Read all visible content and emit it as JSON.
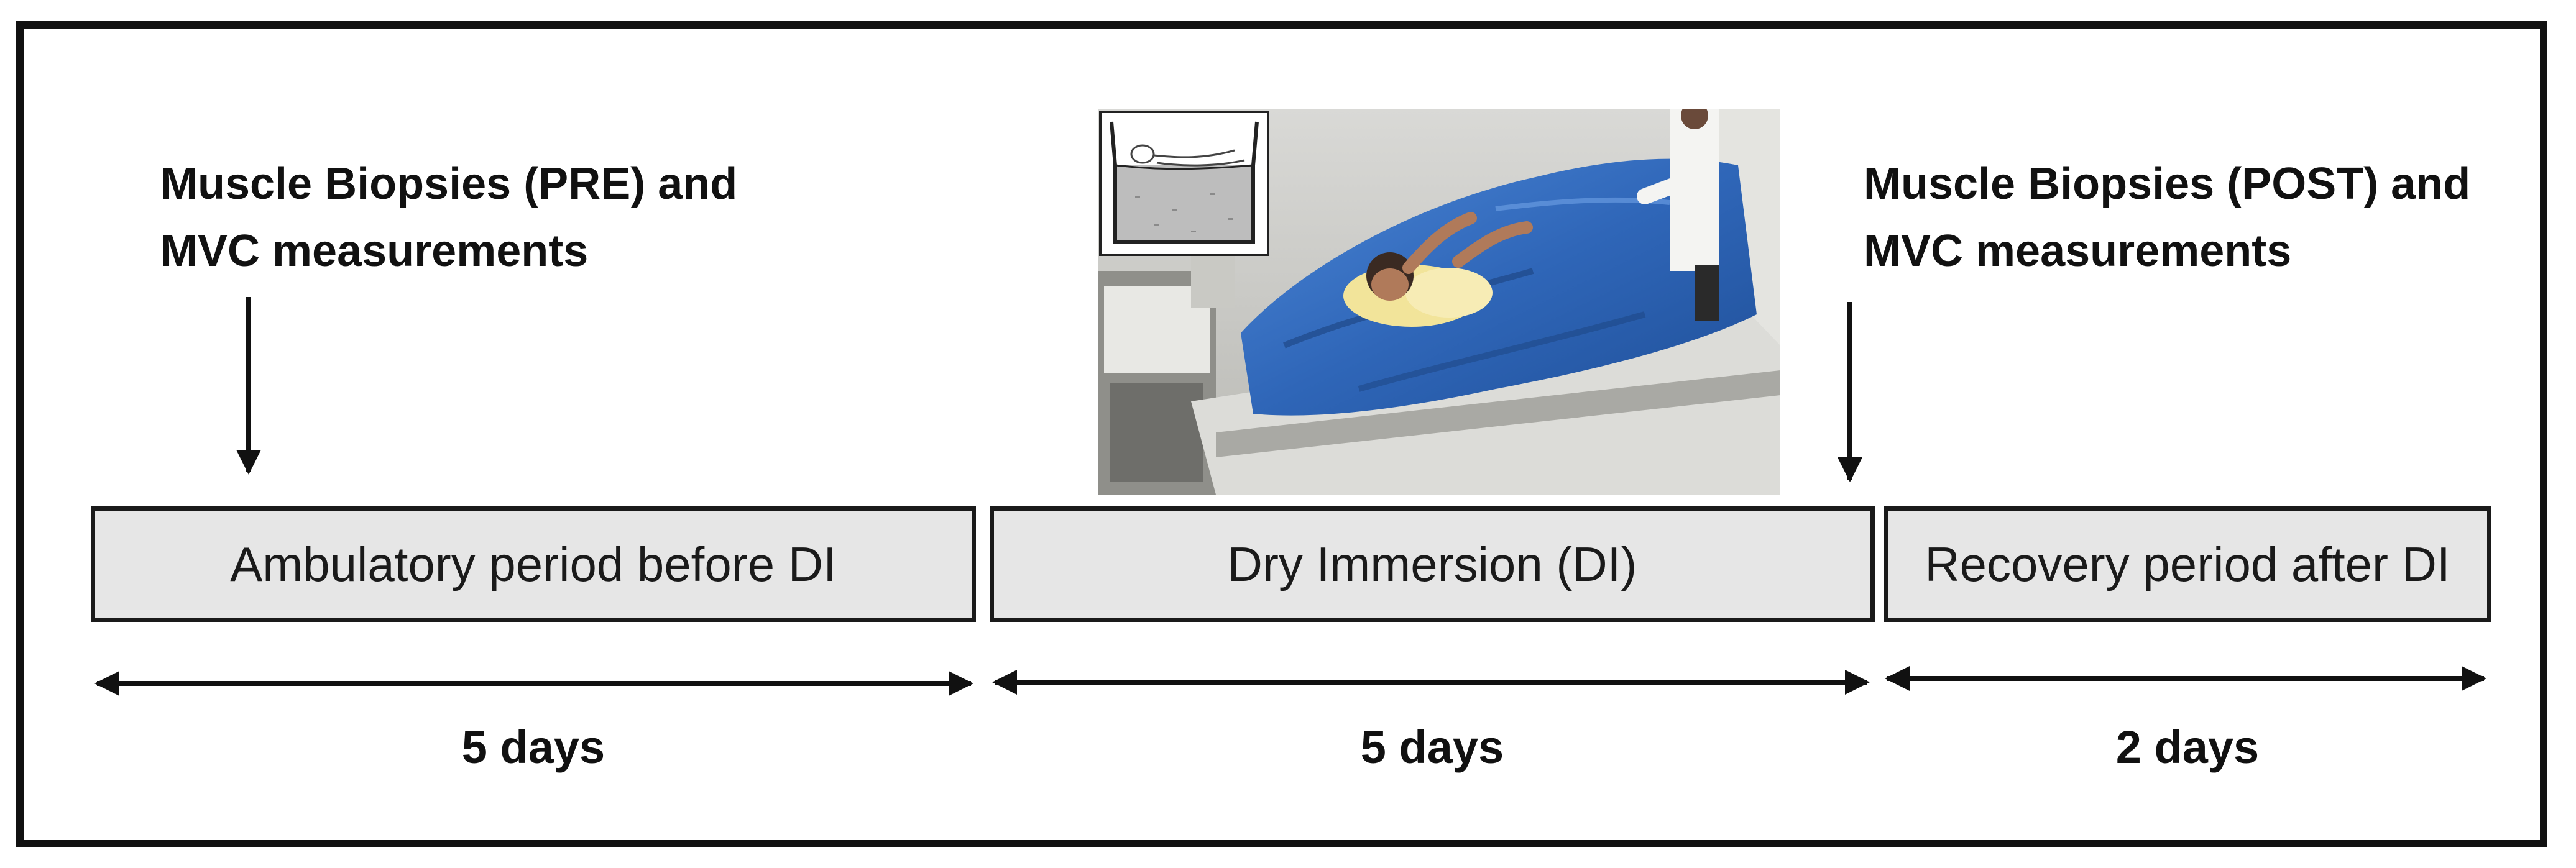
{
  "annotations": {
    "pre": {
      "line1": "Muscle Biopsies (PRE) and",
      "line2": "MVC measurements"
    },
    "post": {
      "line1": "Muscle Biopsies (POST) and",
      "line2": "MVC measurements"
    }
  },
  "periods": [
    {
      "label": "Ambulatory period before DI",
      "duration": "5 days"
    },
    {
      "label": "Dry Immersion (DI)",
      "duration": "5 days"
    },
    {
      "label": "Recovery period after DI",
      "duration": "2 days"
    }
  ],
  "photo": {
    "icon": "dry-immersion-photo",
    "inset_icon": "immersion-bath-schematic-icon"
  },
  "colors": {
    "box_fill": "#e6e6e6",
    "sheet_blue": "#3a72c4",
    "frame": "#111111"
  }
}
